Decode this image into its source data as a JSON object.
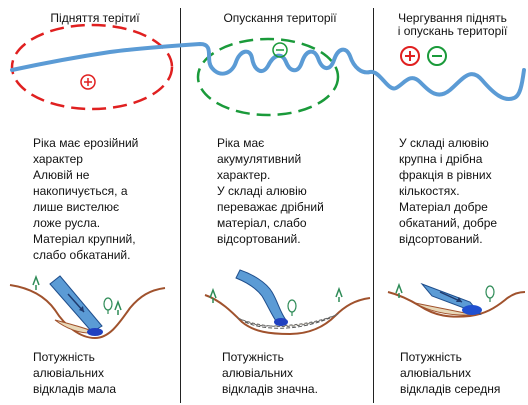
{
  "columns": [
    {
      "title": "Підняття терітиї",
      "sign": "+",
      "description": "Ріка має ерозійний\nхарактер\nАлювій не\nнакопичується, а\nлише вистелює\nложе русла.\nМатеріал крупний,\nслабо обкатаний.",
      "footer": "Потужність\nалювіальних\nвідкладів мала"
    },
    {
      "title": "Опускання території",
      "sign": "−",
      "description": "Ріка має\nакумулятивний\nхарактер.\nУ складі алювію\nпереважає дрібний\nматеріал, слабо\nвідсортований.",
      "footer": "Потужність\nалювіальних\nвідкладів значна."
    },
    {
      "title": "Чергування піднять\nі опускань території",
      "signs": [
        "+",
        "−"
      ],
      "description": "У складі алювію\nкрупна і дрібна\nфракція в рівних\nкількостях.\nМатеріал добре\nобкатаний, добре\nвідсортований.",
      "footer": "Потужність\nалювіальних\nвідкладів середня"
    }
  ],
  "colors": {
    "river": "#5b9bd5",
    "uplift": "#e02020",
    "subsidence": "#1a9a3a",
    "valley": "#a0522d",
    "tree": "#2e8b57"
  }
}
